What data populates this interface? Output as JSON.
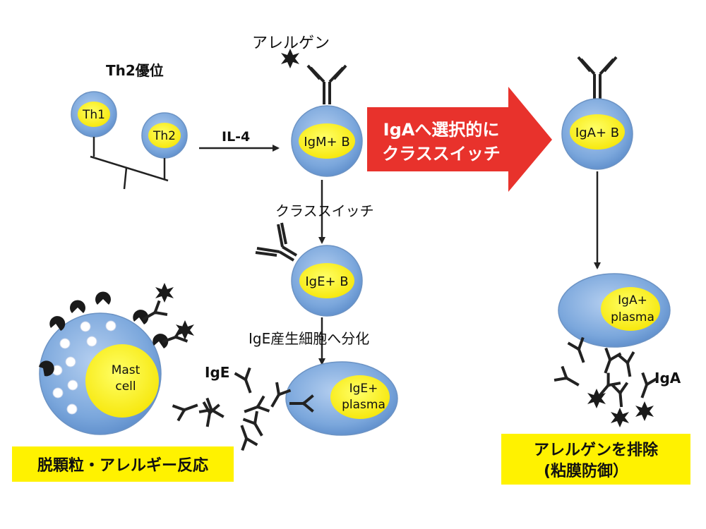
{
  "title_th2_dominant": "Th2優位",
  "cells": {
    "th1": "Th1",
    "th2": "Th2",
    "igm_b": "IgM+ B",
    "ige_b": "IgE+ B",
    "iga_b": "IgA+ B",
    "ige_plasma_line1": "IgE+",
    "ige_plasma_line2": "plasma",
    "iga_plasma_line1": "IgA+",
    "iga_plasma_line2": "plasma",
    "mast_line1": "Mast",
    "mast_line2": "cell"
  },
  "labels": {
    "il4": "IL-4",
    "allergen": "アレルゲン",
    "class_switch": "クラススイッチ",
    "ige_differentiation": "IgE産生細胞へ分化",
    "ige": "IgE",
    "iga": "IgA"
  },
  "big_arrow": {
    "line1": "IgAへ選択的に",
    "line2": "クラススイッチ"
  },
  "boxes": {
    "left": "脱顆粒・アレルギー反応",
    "right_line1": "アレルゲンを排除",
    "right_line2": "(粘膜防御）"
  },
  "colors": {
    "cell_fill": "#7BA7DC",
    "nucleus": "#FFF200",
    "arrow_red": "#E8322C",
    "box_yellow": "#FFF200"
  }
}
